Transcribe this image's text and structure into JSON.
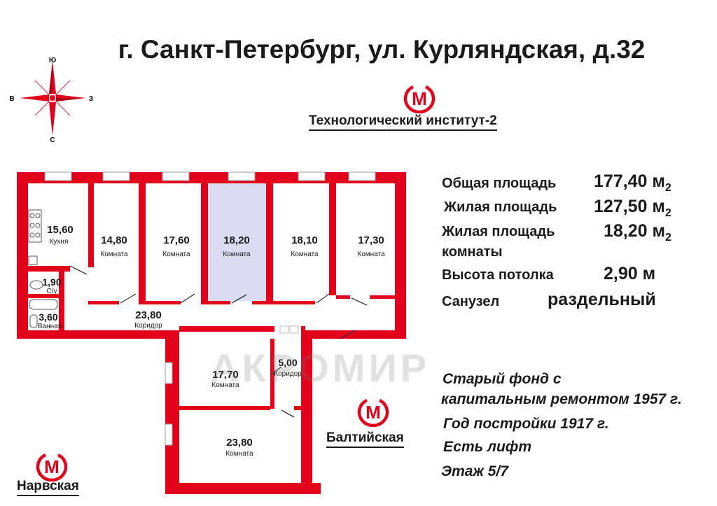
{
  "title": "г. Санкт-Петербург, ул. Курляндская, д.32",
  "compass": {
    "n": "Ю",
    "w": "В",
    "e": "З",
    "s": "С"
  },
  "metro": {
    "logo_letter": "M",
    "color": "#e3001b",
    "stations": [
      "Технологический институт-2",
      "Балтийская",
      "Нарвская"
    ]
  },
  "info": {
    "total_label": "Общая площадь",
    "total_value": "177,40 м",
    "living_label": "Жилая площадь",
    "living_value": "127,50 м",
    "room_label_1": "Жилая площадь",
    "room_label_2": "комнаты",
    "room_value": "18,20 м",
    "unit_sub": "2",
    "ceiling_label": "Высота потолка",
    "ceiling_value": "2,90 м",
    "bath_label": "Санузел",
    "bath_value": "раздельный"
  },
  "notes": [
    "Старый фонд с",
    "капитальным ремонтом 1957 г.",
    "Год постройки 1917 г.",
    "Есть лифт",
    "Этаж 5/7"
  ],
  "watermark": "АКРОМИР",
  "rooms": [
    {
      "area": "15,60",
      "label": "Кухня"
    },
    {
      "area": "14,80",
      "label": "Комната"
    },
    {
      "area": "17,60",
      "label": "Комната"
    },
    {
      "area": "18,20",
      "label": "Комната"
    },
    {
      "area": "18,10",
      "label": "Комната"
    },
    {
      "area": "17,30",
      "label": "Комната"
    },
    {
      "area": "1,90",
      "label": "С/у"
    },
    {
      "area": "3,60",
      "label": "Ванная"
    },
    {
      "area": "23,80",
      "label": "Коридор"
    },
    {
      "area": "17,70",
      "label": "Комната"
    },
    {
      "area": "5,00",
      "label": "Коридор"
    },
    {
      "area": "23,80",
      "label": "Комната"
    }
  ],
  "colors": {
    "wall": "#e3001b",
    "highlight": "#d9dcf2",
    "ink": "#1a1a1a"
  }
}
